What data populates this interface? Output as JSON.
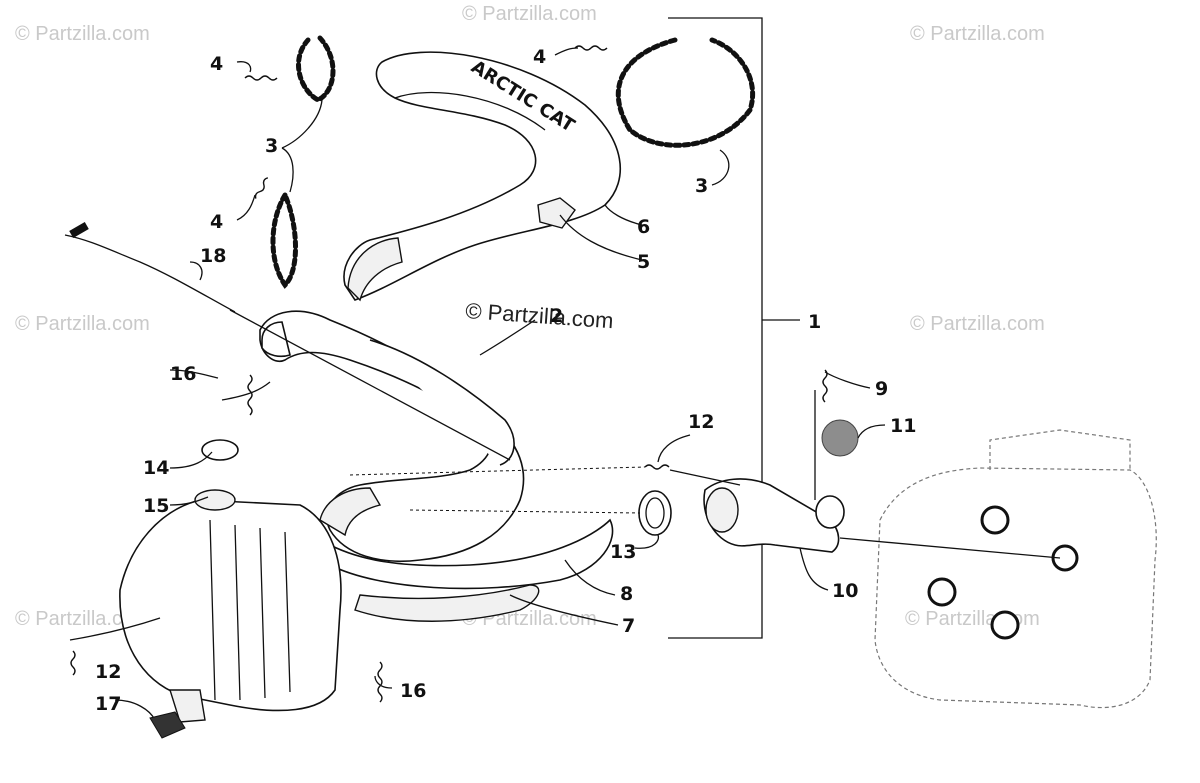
{
  "watermarks": {
    "top_left": "© Partzilla.com",
    "top_center": "© Partzilla.com",
    "top_right": "© Partzilla.com",
    "mid_left": "© Partzilla.com",
    "mid_right": "© Partzilla.com",
    "center": "© Partzilla.com",
    "low_left": "© Partzilla.com",
    "low_center": "© Partzilla.com",
    "low_right": "© Partzilla.com"
  },
  "cover_text": "ARCTIC CAT",
  "callouts": {
    "c1": "1",
    "c2": "2",
    "c3a": "3",
    "c3b": "3",
    "c4a": "4",
    "c4b": "4",
    "c4c": "4",
    "c5": "5",
    "c6": "6",
    "c7": "7",
    "c8": "8",
    "c9": "9",
    "c10": "10",
    "c11": "11",
    "c12a": "12",
    "c12b": "12",
    "c13": "13",
    "c14": "14",
    "c15": "15",
    "c16a": "16",
    "c16b": "16",
    "c17": "17",
    "c18": "18"
  }
}
